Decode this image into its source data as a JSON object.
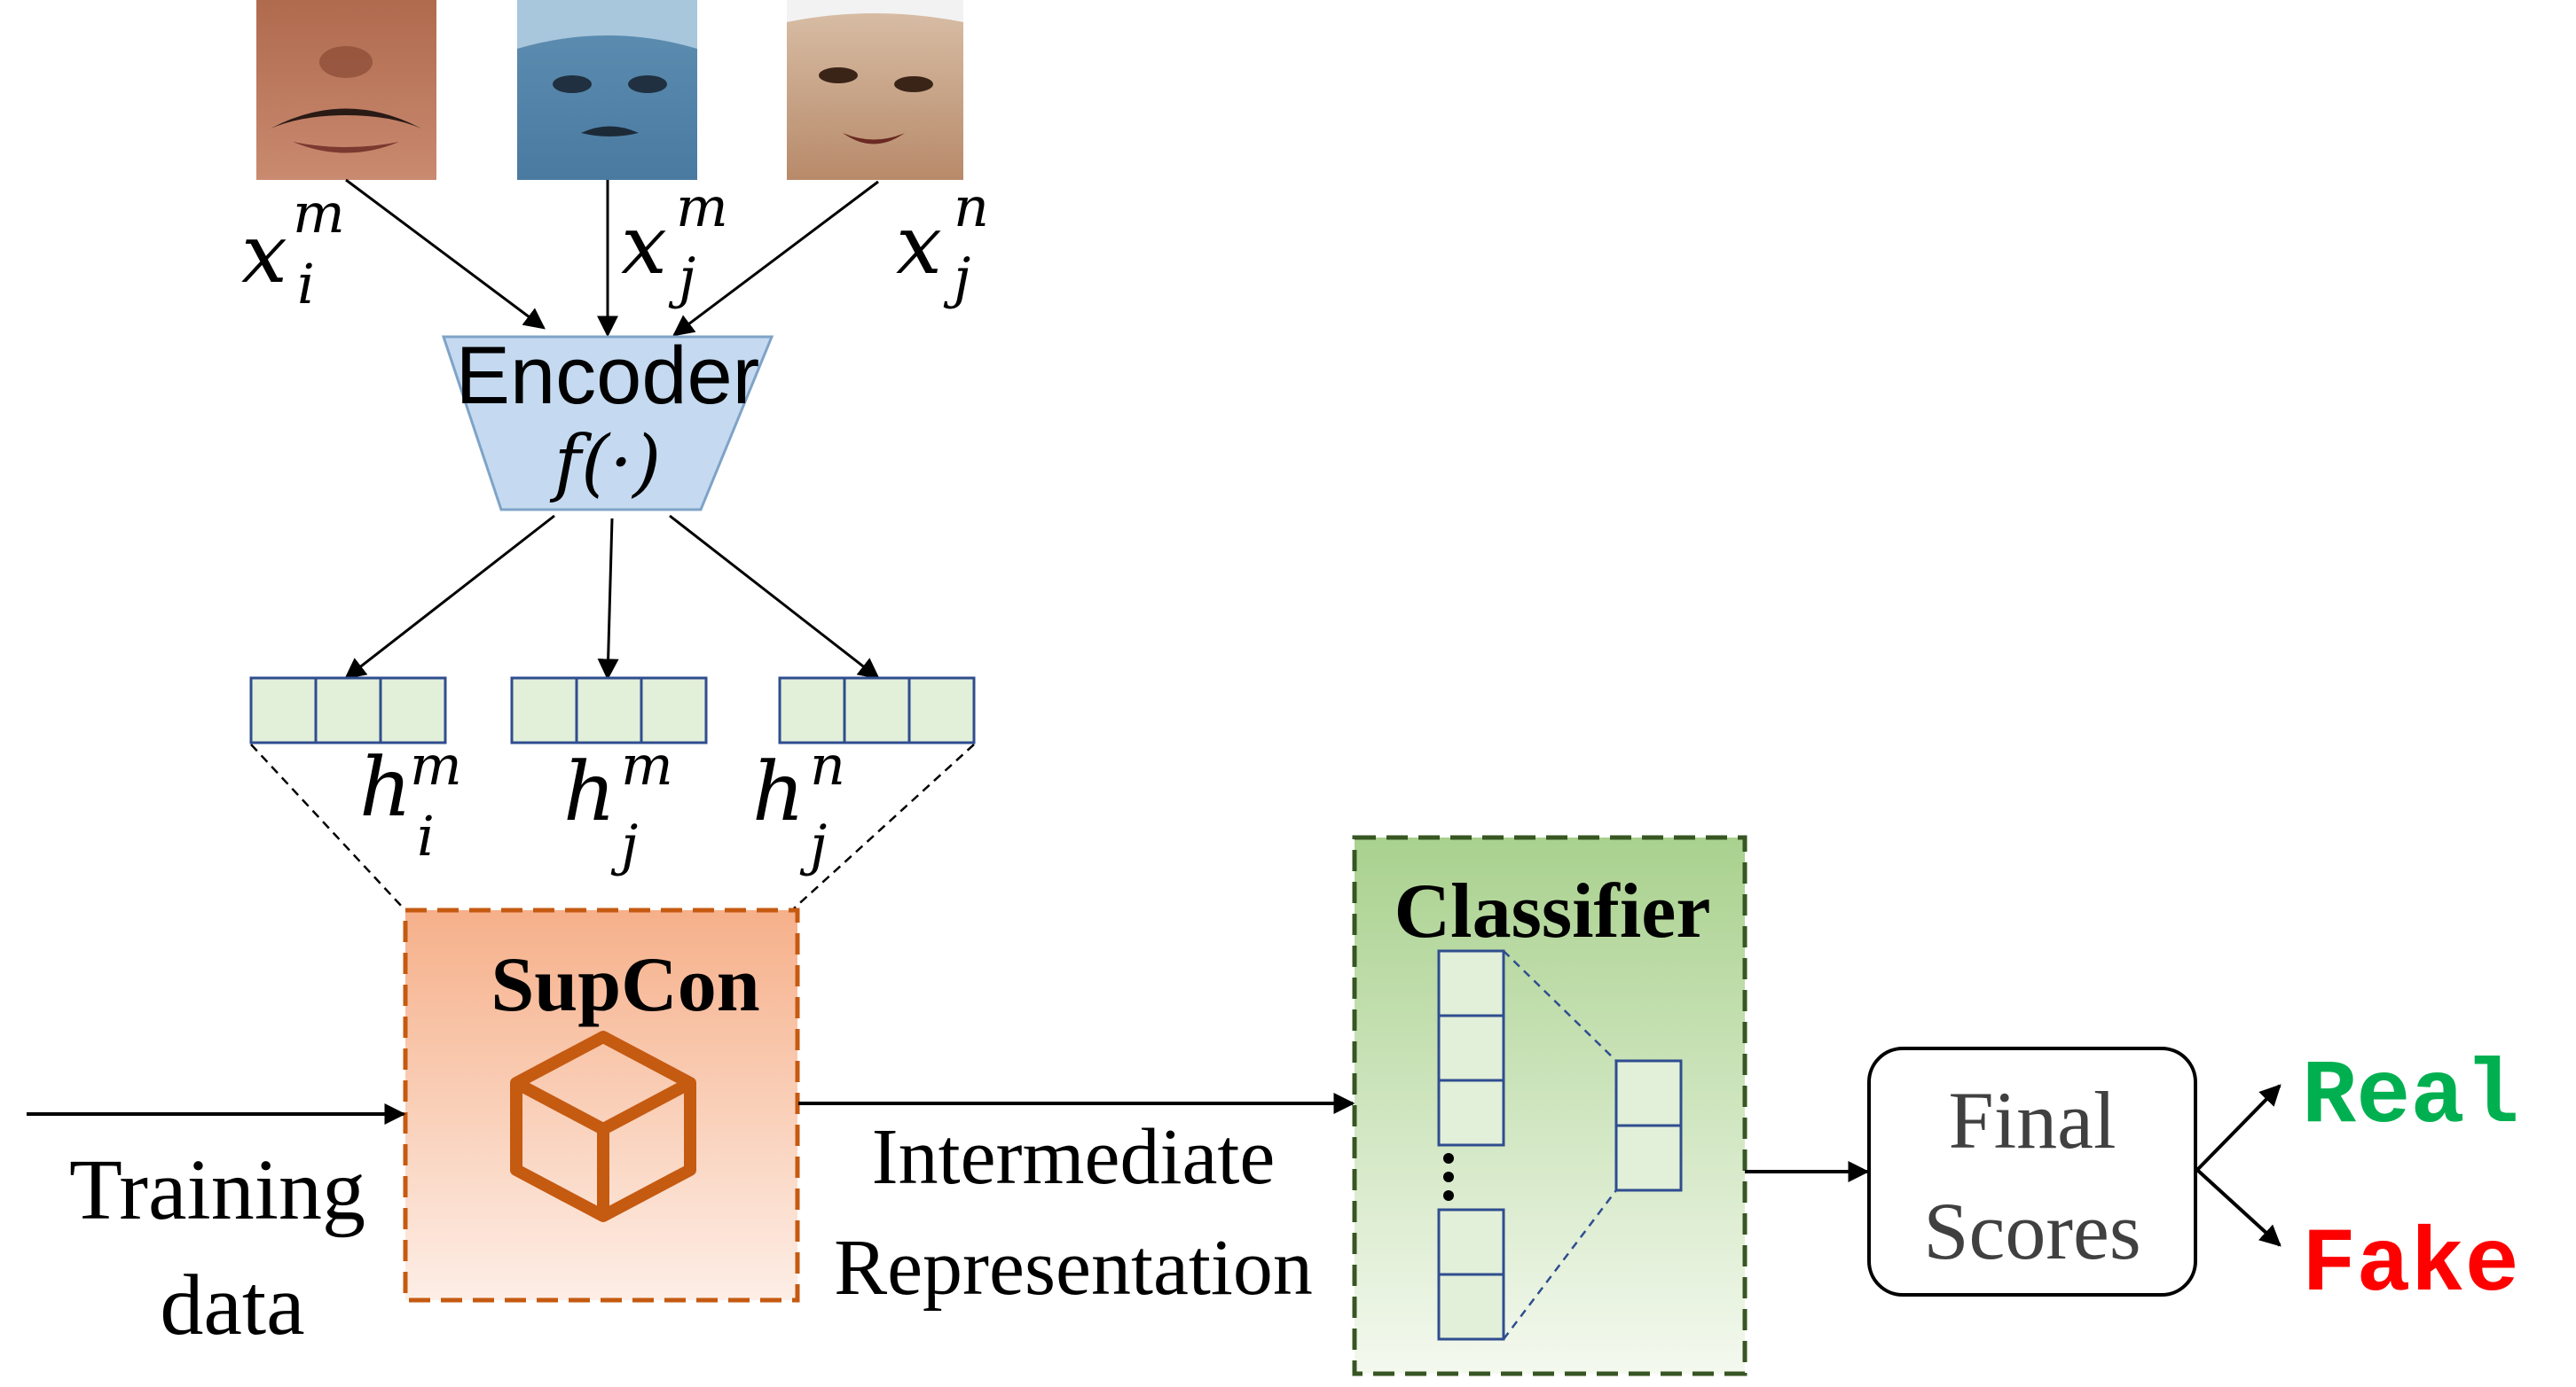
{
  "colors": {
    "encoder_fill": "#c5daf0",
    "encoder_stroke": "#7fa3c8",
    "vector_fill": "#e2efd9",
    "vector_stroke": "#2f4d8f",
    "supcon_top": "#f6b08a",
    "supcon_bottom": "#fdeee6",
    "supcon_border": "#c55a11",
    "classifier_top": "#a9d18e",
    "classifier_bottom": "#f4f9ef",
    "classifier_border": "#375623",
    "real": "#00b050",
    "fake": "#ff0000"
  },
  "inputs": [
    {
      "base": "x",
      "sup": "m",
      "sub": "i",
      "icon": "face-image-mouth"
    },
    {
      "base": "x",
      "sup": "m",
      "sub": "j",
      "icon": "face-image-blue"
    },
    {
      "base": "x",
      "sup": "n",
      "sub": "j",
      "icon": "face-image-eyes"
    }
  ],
  "encoder": {
    "title": "Encoder",
    "func": "f(·)"
  },
  "representations": [
    {
      "base": "h",
      "sup": "m",
      "sub": "i"
    },
    {
      "base": "h",
      "sup": "m",
      "sub": "j"
    },
    {
      "base": "h",
      "sup": "n",
      "sub": "j"
    }
  ],
  "supcon": {
    "title": "SupCon",
    "icon": "cube-icon"
  },
  "training": {
    "line1": "Training",
    "line2": "data"
  },
  "intermediate": {
    "line1": "Intermediate",
    "line2": "Representation"
  },
  "classifier": {
    "title": "Classifier"
  },
  "scores": {
    "line1": "Final",
    "line2": "Scores"
  },
  "outputs": {
    "real": "Real",
    "fake": "Fake"
  }
}
